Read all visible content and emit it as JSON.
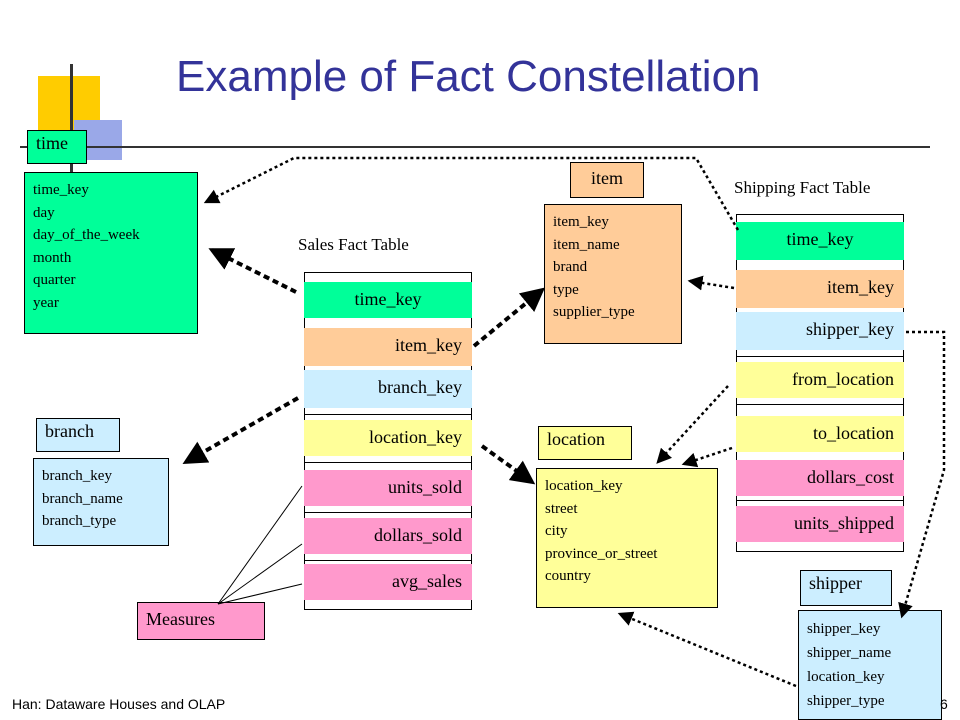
{
  "title": "Example of Fact Constellation",
  "colors": {
    "title": "#333399",
    "dimension_green": "#00ff99",
    "dimension_orange": "#ffcc99",
    "dimension_blue": "#cceeff",
    "dimension_yellow": "#ffff99",
    "measure_pink": "#ff99cc"
  },
  "time": {
    "label": "time",
    "fields": [
      "time_key",
      "day",
      "day_of_the_week",
      "month",
      "quarter",
      "year"
    ]
  },
  "item": {
    "label": "item",
    "fields": [
      "item_key",
      "item_name",
      "brand",
      "type",
      "supplier_type"
    ]
  },
  "branch": {
    "label": "branch",
    "fields": [
      "branch_key",
      "branch_name",
      "branch_type"
    ]
  },
  "location": {
    "label": "location",
    "fields": [
      "location_key",
      "street",
      "city",
      "province_or_street",
      "country"
    ]
  },
  "shipper": {
    "label": "shipper",
    "fields": [
      "shipper_key",
      "shipper_name",
      "location_key",
      "shipper_type"
    ]
  },
  "sales_fact": {
    "label": "Sales Fact Table",
    "keys": [
      "time_key",
      "item_key",
      "branch_key",
      "location_key"
    ],
    "measures": [
      "units_sold",
      "dollars_sold",
      "avg_sales"
    ]
  },
  "shipping_fact": {
    "label": "Shipping Fact Table",
    "fields": [
      "time_key",
      "item_key",
      "shipper_key",
      "from_location",
      "to_location",
      "dollars_cost",
      "units_shipped"
    ]
  },
  "measures_label": "Measures",
  "footer": "Han: Dataware Houses and OLAP",
  "page_number": "6"
}
